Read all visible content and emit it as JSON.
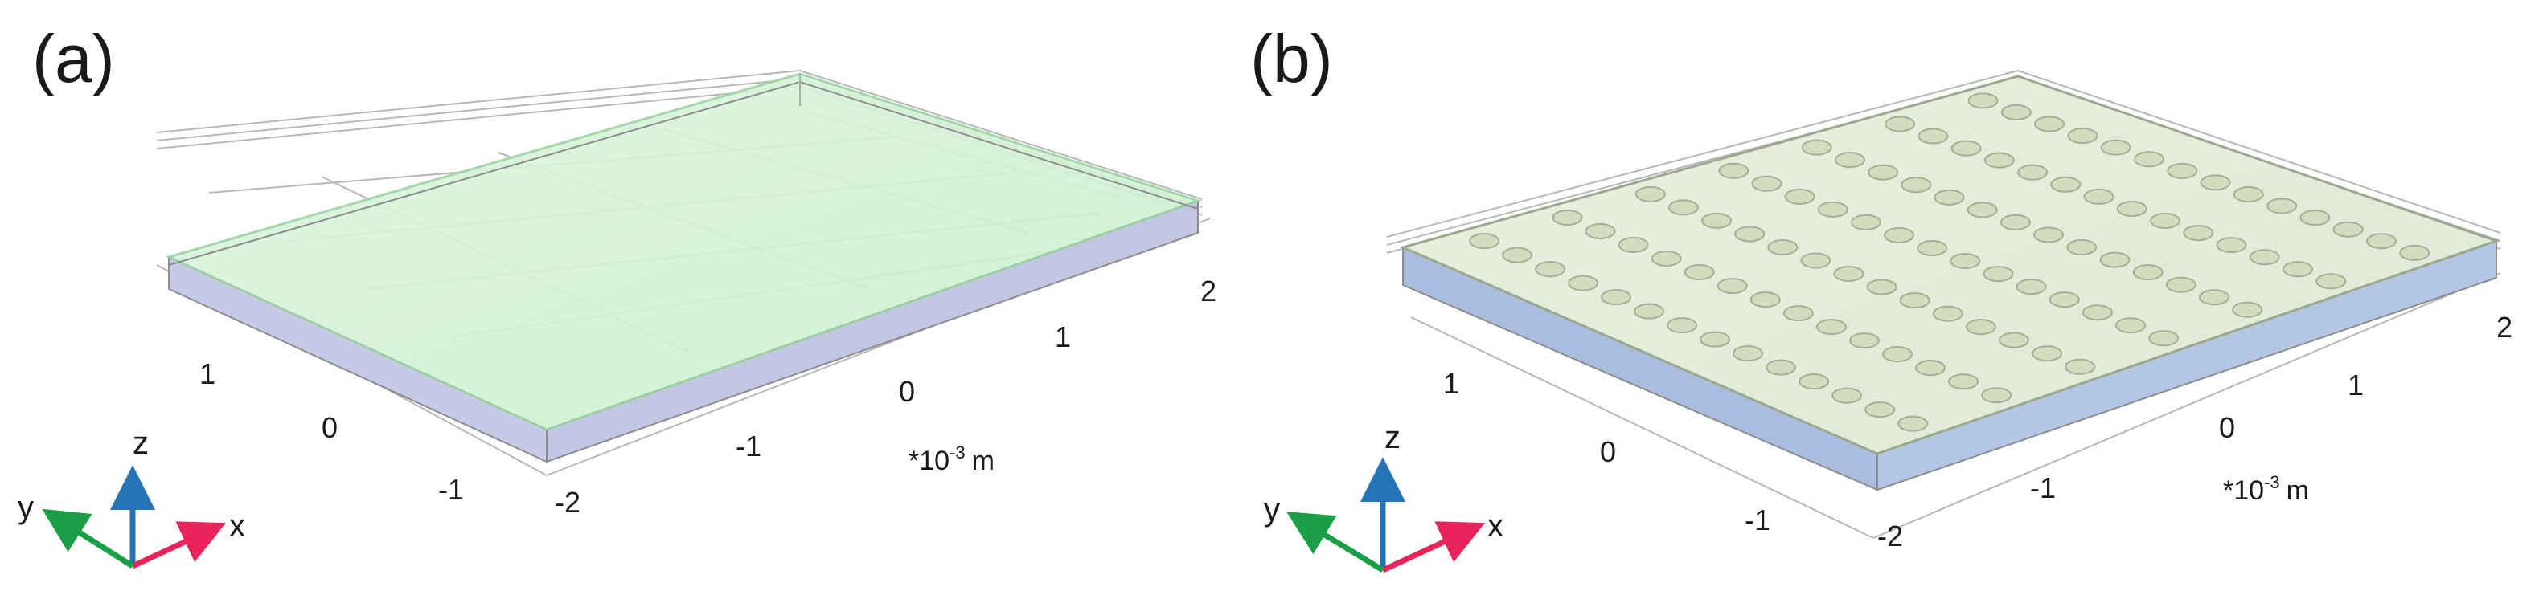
{
  "panels": [
    {
      "label": "(a)",
      "ticks_x": [
        "-2",
        "-1",
        "0",
        "1",
        "2"
      ],
      "ticks_y": [
        "-1",
        "0",
        "1"
      ],
      "unit_base": "*10",
      "unit_exp": "-3",
      "unit_suffix": "m",
      "triad": {
        "x": "x",
        "y": "y",
        "z": "z"
      },
      "top_color": "#d2f2d4",
      "side_color": "#c7cae6"
    },
    {
      "label": "(b)",
      "ticks_x": [
        "-2",
        "-1",
        "0",
        "1",
        "2"
      ],
      "ticks_y": [
        "-1",
        "0",
        "1"
      ],
      "unit_base": "*10",
      "unit_exp": "-3",
      "unit_suffix": "m",
      "triad": {
        "x": "x",
        "y": "y",
        "z": "z"
      },
      "top_color": "#e2ecd9",
      "side_color": "#a9bedf",
      "dimple_color": "#d4dcbf"
    }
  ],
  "colors": {
    "x_axis": "#e8245a",
    "y_axis": "#1a9e46",
    "z_axis": "#2673b8"
  }
}
